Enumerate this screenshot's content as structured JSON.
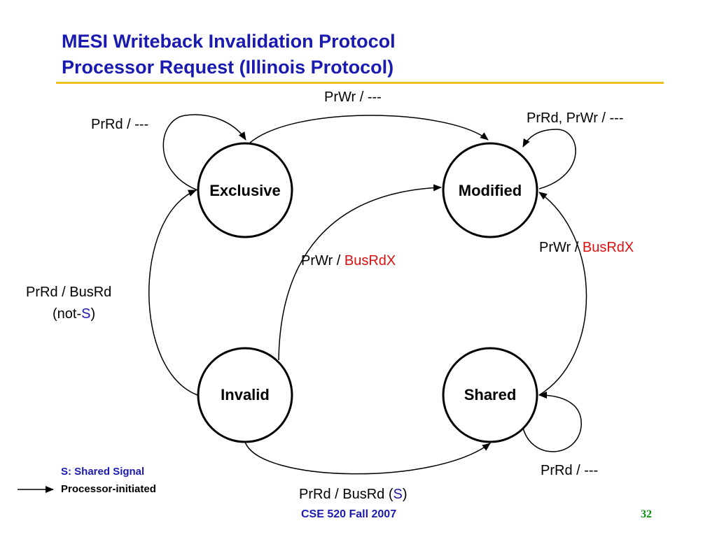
{
  "title": {
    "line1": "MESI Writeback Invalidation Protocol",
    "line2": "Processor Request (Illinois Protocol)"
  },
  "states": {
    "exclusive": "Exclusive",
    "modified": "Modified",
    "invalid": "Invalid",
    "shared": "Shared"
  },
  "transitions": {
    "e_to_m": "PrWr / ---",
    "e_self": "PrRd / ---",
    "m_self": "PrRd, PrWr / ---",
    "i_to_m": {
      "pre": "PrWr / ",
      "bus": "BusRdX"
    },
    "s_to_m": {
      "pre": "PrWr / ",
      "bus": "BusRdX"
    },
    "i_to_e": {
      "line1": "PrRd / BusRd",
      "pre": "(not-",
      "sig": "S",
      "post": ")"
    },
    "s_self": "PrRd / ---",
    "i_to_s": {
      "pre": "PrRd / BusRd (",
      "sig": "S",
      "post": ")"
    }
  },
  "legend": {
    "shared_signal": "S: Shared Signal",
    "processor_initiated": "Processor-initiated"
  },
  "footer": {
    "course": "CSE 520 Fall 2007",
    "page": "32"
  },
  "colors": {
    "title": "#1a1ab0",
    "bus_action": "#e01010",
    "signal": "#1a1ab0",
    "rule": "#f0c020",
    "page_number": "#0a8a0a"
  }
}
